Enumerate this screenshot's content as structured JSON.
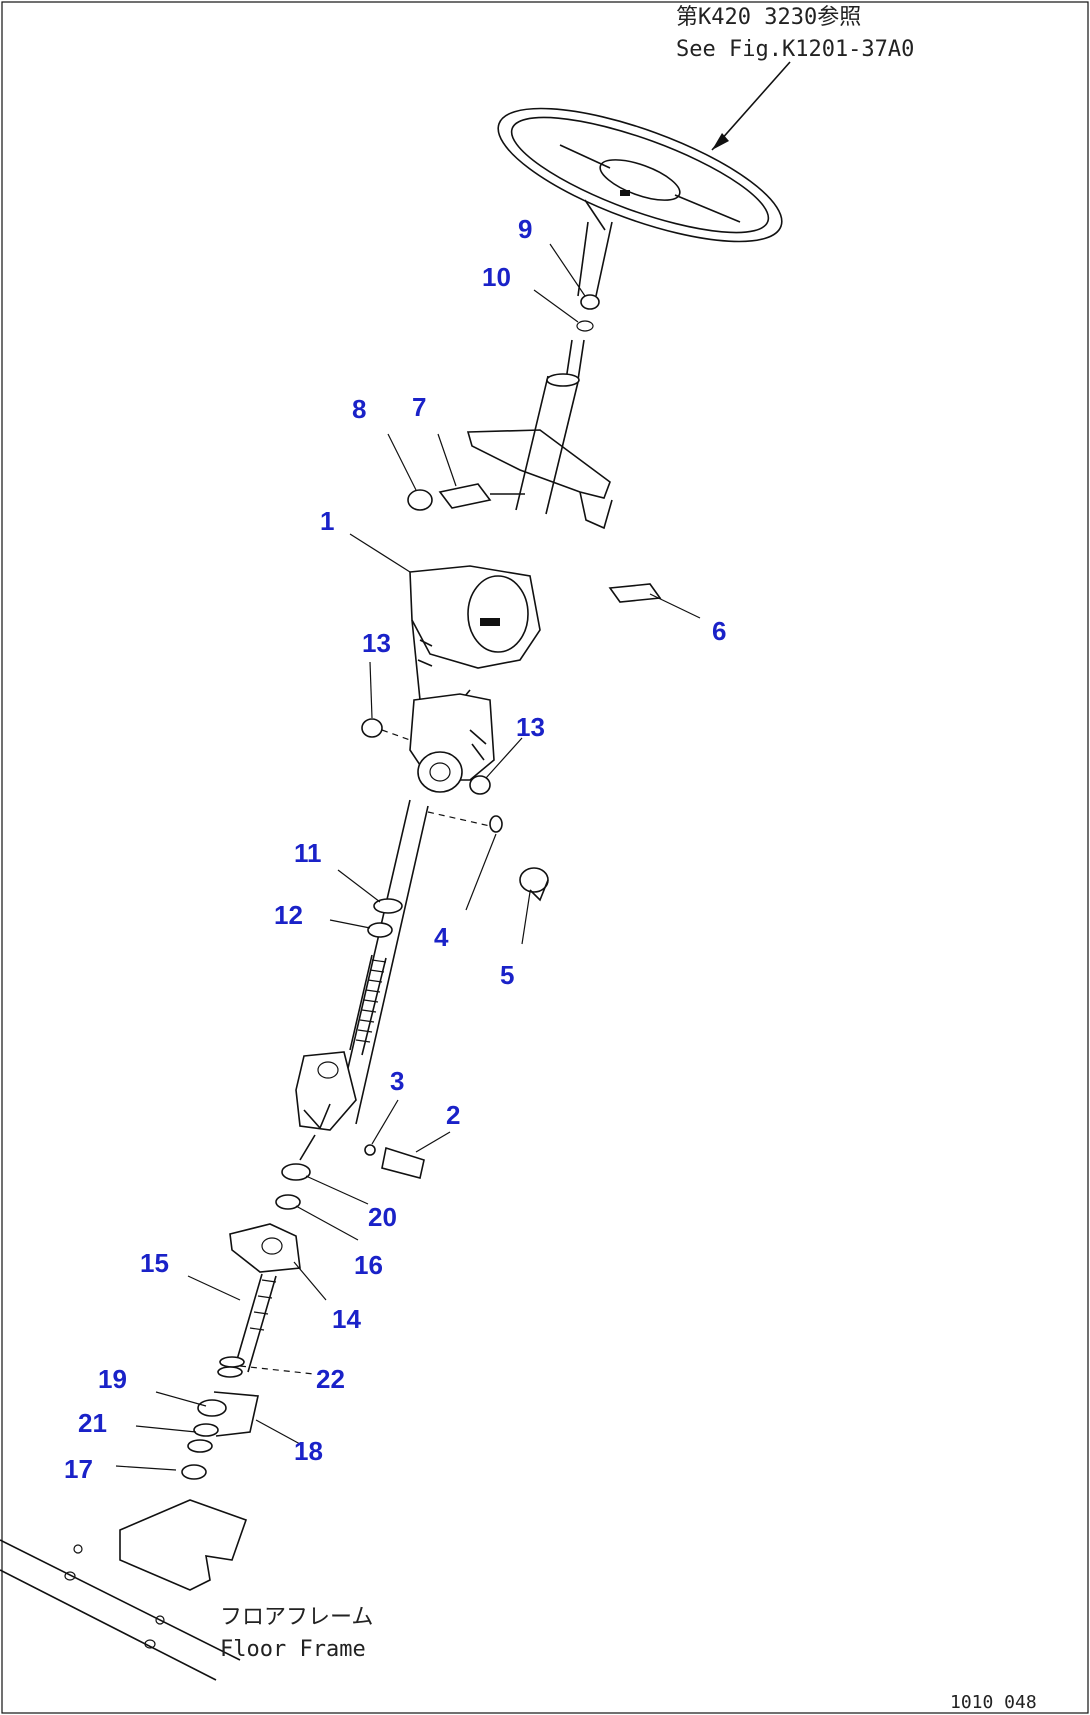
{
  "ref_note": {
    "line1": "第K420 3230参照",
    "line2": "See Fig.K1201-37A0"
  },
  "frame_note": {
    "line1": "フロアフレーム",
    "line2": "Floor Frame"
  },
  "drawing_code": "1010 048",
  "callouts": [
    {
      "id": "p9",
      "text": "9"
    },
    {
      "id": "p10",
      "text": "10"
    },
    {
      "id": "p8",
      "text": "8"
    },
    {
      "id": "p7",
      "text": "7"
    },
    {
      "id": "p1",
      "text": "1"
    },
    {
      "id": "p6",
      "text": "6"
    },
    {
      "id": "p13a",
      "text": "13"
    },
    {
      "id": "p13b",
      "text": "13"
    },
    {
      "id": "p11",
      "text": "11"
    },
    {
      "id": "p12",
      "text": "12"
    },
    {
      "id": "p4",
      "text": "4"
    },
    {
      "id": "p5",
      "text": "5"
    },
    {
      "id": "p3",
      "text": "3"
    },
    {
      "id": "p2",
      "text": "2"
    },
    {
      "id": "p20",
      "text": "20"
    },
    {
      "id": "p16",
      "text": "16"
    },
    {
      "id": "p15",
      "text": "15"
    },
    {
      "id": "p14",
      "text": "14"
    },
    {
      "id": "p22",
      "text": "22"
    },
    {
      "id": "p19",
      "text": "19"
    },
    {
      "id": "p21",
      "text": "21"
    },
    {
      "id": "p18",
      "text": "18"
    },
    {
      "id": "p17",
      "text": "17"
    }
  ]
}
